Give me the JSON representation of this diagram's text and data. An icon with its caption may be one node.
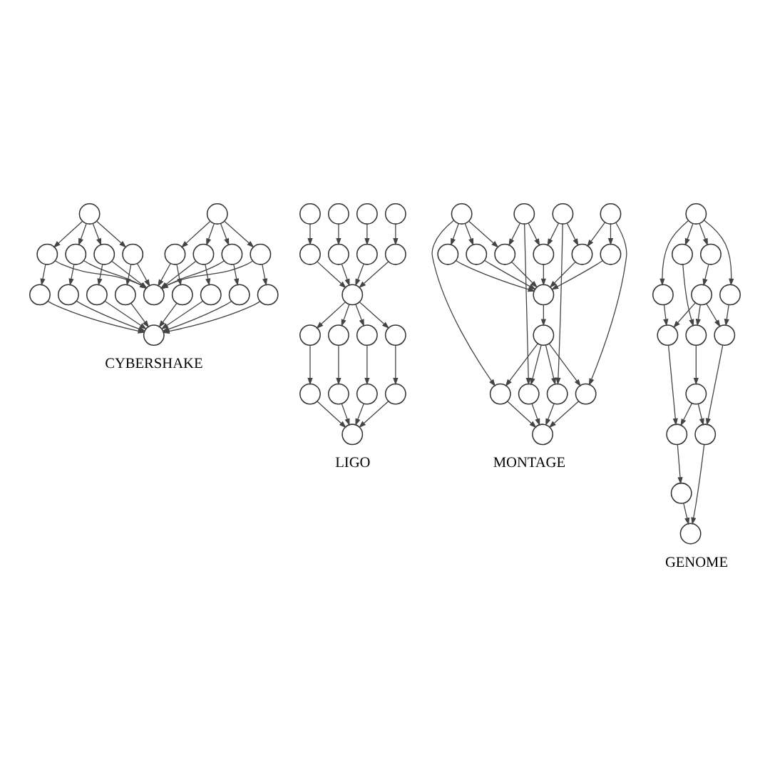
{
  "diagram": {
    "nodes": [
      {
        "text": [],
        "shape": "circle"
      },
      {
        "text": [],
        "shape": "circle"
      },
      {
        "text": [],
        "shape": "circle"
      },
      {
        "text": [],
        "shape": "circle"
      },
      {
        "text": [],
        "shape": "circle"
      },
      {
        "text": [],
        "shape": "circle"
      },
      {
        "text": [],
        "shape": "circle"
      },
      {
        "text": [],
        "shape": "circle"
      },
      {
        "text": [],
        "shape": "circle"
      },
      {
        "text": [],
        "shape": "circle"
      },
      {
        "text": [],
        "shape": "circle"
      },
      {
        "text": [],
        "shape": "circle"
      },
      {
        "text": [],
        "shape": "circle"
      },
      {
        "text": [],
        "shape": "circle"
      },
      {
        "text": [],
        "shape": "circle"
      },
      {
        "text": [],
        "shape": "circle"
      },
      {
        "text": [],
        "shape": "circle"
      },
      {
        "text": [],
        "shape": "circle"
      },
      {
        "text": [],
        "shape": "circle"
      },
      {
        "text": [],
        "shape": "circle"
      },
      {
        "text": [],
        "shape": "circle"
      },
      {
        "text": [],
        "shape": "circle"
      },
      {
        "text": [],
        "shape": "circle"
      },
      {
        "text": [],
        "shape": "circle"
      },
      {
        "text": [],
        "shape": "circle"
      },
      {
        "text": [],
        "shape": "circle"
      },
      {
        "text": [],
        "shape": "circle"
      },
      {
        "text": [],
        "shape": "circle"
      },
      {
        "text": [],
        "shape": "circle"
      },
      {
        "text": [],
        "shape": "circle"
      },
      {
        "text": [],
        "shape": "circle"
      },
      {
        "text": [],
        "shape": "circle"
      },
      {
        "text": [],
        "shape": "circle"
      },
      {
        "text": [],
        "shape": "circle"
      },
      {
        "text": [],
        "shape": "circle"
      },
      {
        "text": [],
        "shape": "circle"
      },
      {
        "text": [],
        "shape": "circle"
      },
      {
        "text": [],
        "shape": "circle"
      },
      {
        "text": [],
        "shape": "circle"
      },
      {
        "text": [],
        "shape": "circle"
      },
      {
        "text": [],
        "shape": "circle"
      },
      {
        "text": [],
        "shape": "circle"
      },
      {
        "text": [],
        "shape": "circle"
      },
      {
        "text": [],
        "shape": "circle"
      },
      {
        "text": [],
        "shape": "circle"
      },
      {
        "text": [],
        "shape": "circle"
      },
      {
        "text": [],
        "shape": "circle"
      },
      {
        "text": [],
        "shape": "circle"
      },
      {
        "text": [],
        "shape": "circle"
      },
      {
        "text": [],
        "shape": "circle"
      },
      {
        "text": [],
        "shape": "circle"
      },
      {
        "text": [],
        "shape": "circle"
      },
      {
        "text": [],
        "shape": "circle"
      },
      {
        "text": [],
        "shape": "circle"
      },
      {
        "text": [],
        "shape": "circle"
      },
      {
        "text": [],
        "shape": "circle"
      },
      {
        "text": [],
        "shape": "circle"
      },
      {
        "text": [],
        "shape": "circle"
      },
      {
        "text": [],
        "shape": "circle"
      },
      {
        "text": [],
        "shape": "circle"
      },
      {
        "text": [],
        "shape": "circle"
      },
      {
        "text": [],
        "shape": "circle"
      },
      {
        "text": [],
        "shape": "circle"
      },
      {
        "text": [],
        "shape": "circle"
      },
      {
        "text": [],
        "shape": "circle"
      },
      {
        "text": [],
        "shape": "circle"
      },
      {
        "text": [],
        "shape": "circle"
      },
      {
        "text": [],
        "shape": "circle"
      },
      {
        "text": [],
        "shape": "circle"
      }
    ],
    "edges": [
      {
        "from": 0,
        "to": 2,
        "arrow": "to"
      },
      {
        "from": 0,
        "to": 3,
        "arrow": "to"
      },
      {
        "from": 0,
        "to": 4,
        "arrow": "to"
      },
      {
        "from": 0,
        "to": 5,
        "arrow": "to"
      },
      {
        "from": 1,
        "to": 6,
        "arrow": "to"
      },
      {
        "from": 1,
        "to": 7,
        "arrow": "to"
      },
      {
        "from": 1,
        "to": 8,
        "arrow": "to"
      },
      {
        "from": 1,
        "to": 9,
        "arrow": "to"
      },
      {
        "from": 2,
        "to": 11,
        "arrow": "to"
      },
      {
        "from": 3,
        "to": 12,
        "arrow": "to"
      },
      {
        "from": 4,
        "to": 13,
        "arrow": "to"
      },
      {
        "from": 5,
        "to": 14,
        "arrow": "to"
      },
      {
        "from": 6,
        "to": 15,
        "arrow": "to"
      },
      {
        "from": 7,
        "to": 16,
        "arrow": "to"
      },
      {
        "from": 8,
        "to": 17,
        "arrow": "to"
      },
      {
        "from": 9,
        "to": 18,
        "arrow": "to"
      },
      {
        "from": 2,
        "to": 10,
        "arrow": "to"
      },
      {
        "from": 3,
        "to": 10,
        "arrow": "to"
      },
      {
        "from": 4,
        "to": 10,
        "arrow": "to"
      },
      {
        "from": 5,
        "to": 10,
        "arrow": "to"
      },
      {
        "from": 6,
        "to": 10,
        "arrow": "to"
      },
      {
        "from": 7,
        "to": 10,
        "arrow": "to"
      },
      {
        "from": 8,
        "to": 10,
        "arrow": "to"
      },
      {
        "from": 9,
        "to": 10,
        "arrow": "to"
      },
      {
        "from": 11,
        "to": 19,
        "arrow": "to"
      },
      {
        "from": 12,
        "to": 19,
        "arrow": "to"
      },
      {
        "from": 13,
        "to": 19,
        "arrow": "to"
      },
      {
        "from": 14,
        "to": 19,
        "arrow": "to"
      },
      {
        "from": 15,
        "to": 19,
        "arrow": "to"
      },
      {
        "from": 16,
        "to": 19,
        "arrow": "to"
      },
      {
        "from": 17,
        "to": 19,
        "arrow": "to"
      },
      {
        "from": 18,
        "to": 19,
        "arrow": "to"
      },
      {
        "from": 20,
        "to": 24,
        "arrow": "to"
      },
      {
        "from": 21,
        "to": 25,
        "arrow": "to"
      },
      {
        "from": 22,
        "to": 26,
        "arrow": "to"
      },
      {
        "from": 23,
        "to": 27,
        "arrow": "to"
      },
      {
        "from": 24,
        "to": 28,
        "arrow": "to"
      },
      {
        "from": 25,
        "to": 28,
        "arrow": "to"
      },
      {
        "from": 26,
        "to": 28,
        "arrow": "to"
      },
      {
        "from": 27,
        "to": 28,
        "arrow": "to"
      },
      {
        "from": 28,
        "to": 29,
        "arrow": "to"
      },
      {
        "from": 28,
        "to": 30,
        "arrow": "to"
      },
      {
        "from": 28,
        "to": 31,
        "arrow": "to"
      },
      {
        "from": 28,
        "to": 32,
        "arrow": "to"
      },
      {
        "from": 29,
        "to": 33,
        "arrow": "to"
      },
      {
        "from": 30,
        "to": 34,
        "arrow": "to"
      },
      {
        "from": 31,
        "to": 35,
        "arrow": "to"
      },
      {
        "from": 32,
        "to": 36,
        "arrow": "to"
      },
      {
        "from": 33,
        "to": 37,
        "arrow": "to"
      },
      {
        "from": 34,
        "to": 37,
        "arrow": "to"
      },
      {
        "from": 35,
        "to": 37,
        "arrow": "to"
      },
      {
        "from": 36,
        "to": 37,
        "arrow": "to"
      },
      {
        "from": 38,
        "to": 42,
        "arrow": "to"
      },
      {
        "from": 38,
        "to": 43,
        "arrow": "to"
      },
      {
        "from": 38,
        "to": 50,
        "arrow": "to"
      },
      {
        "from": 39,
        "to": 43,
        "arrow": "to"
      },
      {
        "from": 39,
        "to": 44,
        "arrow": "to"
      },
      {
        "from": 39,
        "to": 51,
        "arrow": "to"
      },
      {
        "from": 40,
        "to": 44,
        "arrow": "to"
      },
      {
        "from": 40,
        "to": 45,
        "arrow": "to"
      },
      {
        "from": 40,
        "to": 52,
        "arrow": "to"
      },
      {
        "from": 41,
        "to": 45,
        "arrow": "to"
      },
      {
        "from": 41,
        "to": 46,
        "arrow": "to"
      },
      {
        "from": 41,
        "to": 47,
        "arrow": "to"
      },
      {
        "from": 41,
        "to": 53,
        "arrow": "to"
      },
      {
        "from": 42,
        "to": 48,
        "arrow": "to"
      },
      {
        "from": 43,
        "to": 48,
        "arrow": "to"
      },
      {
        "from": 44,
        "to": 48,
        "arrow": "to"
      },
      {
        "from": 45,
        "to": 48,
        "arrow": "to"
      },
      {
        "from": 46,
        "to": 48,
        "arrow": "to"
      },
      {
        "from": 47,
        "to": 48,
        "arrow": "to"
      },
      {
        "from": 48,
        "to": 49,
        "arrow": "to"
      },
      {
        "from": 49,
        "to": 50,
        "arrow": "to"
      },
      {
        "from": 49,
        "to": 51,
        "arrow": "to"
      },
      {
        "from": 49,
        "to": 52,
        "arrow": "to"
      },
      {
        "from": 49,
        "to": 53,
        "arrow": "to"
      },
      {
        "from": 50,
        "to": 54,
        "arrow": "to"
      },
      {
        "from": 51,
        "to": 54,
        "arrow": "to"
      },
      {
        "from": 52,
        "to": 54,
        "arrow": "to"
      },
      {
        "from": 53,
        "to": 54,
        "arrow": "to"
      },
      {
        "from": 55,
        "to": 56,
        "arrow": "to"
      },
      {
        "from": 55,
        "to": 57,
        "arrow": "to"
      },
      {
        "from": 55,
        "to": 58,
        "arrow": "to"
      },
      {
        "from": 55,
        "to": 59,
        "arrow": "to"
      },
      {
        "from": 56,
        "to": 60,
        "arrow": "to"
      },
      {
        "from": 60,
        "to": 61,
        "arrow": "to"
      },
      {
        "from": 60,
        "to": 62,
        "arrow": "to"
      },
      {
        "from": 60,
        "to": 63,
        "arrow": "to"
      },
      {
        "from": 57,
        "to": 61,
        "arrow": "to"
      },
      {
        "from": 58,
        "to": 62,
        "arrow": "to"
      },
      {
        "from": 59,
        "to": 63,
        "arrow": "to"
      },
      {
        "from": 61,
        "to": 64,
        "arrow": "to"
      },
      {
        "from": 64,
        "to": 65,
        "arrow": "to"
      },
      {
        "from": 64,
        "to": 66,
        "arrow": "to"
      },
      {
        "from": 62,
        "to": 65,
        "arrow": "to"
      },
      {
        "from": 63,
        "to": 66,
        "arrow": "to"
      },
      {
        "from": 65,
        "to": 67,
        "arrow": "to"
      },
      {
        "from": 67,
        "to": 68,
        "arrow": "to"
      },
      {
        "from": 66,
        "to": 68,
        "arrow": "to"
      }
    ],
    "labels": [
      "CYBERSHAKE",
      "LIGO",
      "MONTAGE",
      "GENOME"
    ]
  }
}
